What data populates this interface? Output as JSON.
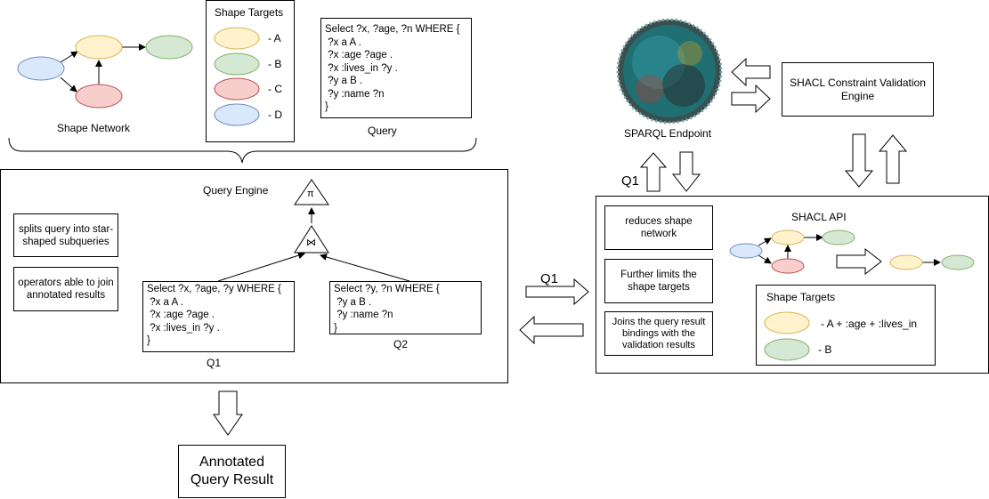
{
  "shape_network": {
    "label": "Shape Network"
  },
  "shape_targets_top": {
    "title": "Shape Targets",
    "items": [
      {
        "marker": "-  A",
        "color": "#fff2cc",
        "stroke": "#d6b656"
      },
      {
        "marker": "-  B",
        "color": "#d5e8d4",
        "stroke": "#82b366"
      },
      {
        "marker": "-  C",
        "color": "#f8cecc",
        "stroke": "#b85450"
      },
      {
        "marker": "-  D",
        "color": "#dae8fc",
        "stroke": "#6c8ebf"
      }
    ]
  },
  "query": {
    "label": "Query",
    "lines": [
      "Select ?x, ?age, ?n WHERE {",
      " ?x a A .",
      " ?x :age ?age .",
      " ?x :lives_in ?y .",
      " ?y a B .",
      " ?y :name ?n",
      "}"
    ]
  },
  "query_engine": {
    "title": "Query Engine",
    "notes": [
      "splits query into star-shaped subqueries",
      "operators able to join annotated results"
    ],
    "projection_symbol": "π",
    "join_symbol": "⋈",
    "subqueries": [
      {
        "label": "Q1",
        "lines": [
          "Select ?x, ?age, ?y WHERE {",
          " ?x a A .",
          " ?x :age ?age .",
          " ?x :lives_in ?y .",
          "}"
        ]
      },
      {
        "label": "Q2",
        "lines": [
          "Select ?y, ?n WHERE {",
          " ?y a B .",
          " ?y :name ?n",
          "}"
        ]
      }
    ]
  },
  "annotated_result": {
    "line1": "Annotated",
    "line2": "Query Result"
  },
  "middle_arrow_label": "Q1",
  "sparql": {
    "label": "SPARQL Endpoint",
    "arrow_label": "Q1"
  },
  "shacl_engine": {
    "label": "SHACL Constraint Validation Engine"
  },
  "shacl_api": {
    "title": "SHACL API",
    "steps": [
      "reduces shape network",
      "Further limits the shape targets",
      "Joins the query result bindings with the validation results"
    ],
    "targets_title": "Shape Targets",
    "targets": [
      {
        "marker": "-  A + :age + :lives_in",
        "color": "#fff2cc",
        "stroke": "#d6b656"
      },
      {
        "marker": "-  B",
        "color": "#d5e8d4",
        "stroke": "#82b366"
      }
    ]
  }
}
